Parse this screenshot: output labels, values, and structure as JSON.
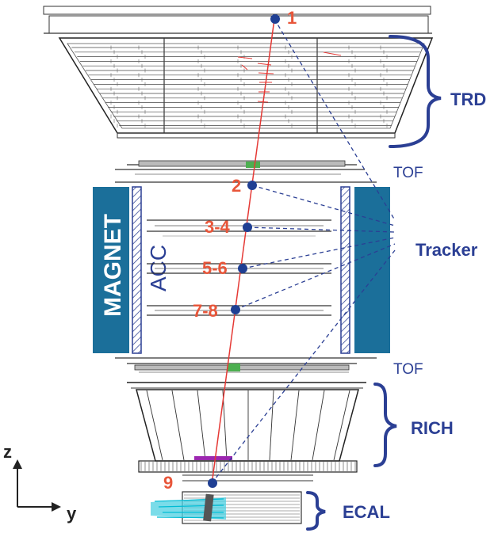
{
  "detectors": {
    "trd": "TRD",
    "tof_top": "TOF",
    "tracker": "Tracker",
    "tof_bottom": "TOF",
    "rich": "RICH",
    "ecal": "ECAL",
    "magnet": "MAGNET",
    "acc": "ACC"
  },
  "layers": {
    "l1": "1",
    "l2": "2",
    "l34": "3-4",
    "l56": "5-6",
    "l78": "7-8",
    "l9": "9"
  },
  "axes": {
    "z": "z",
    "y": "y"
  },
  "colors": {
    "label": "#2b3f94",
    "layer_label": "#e8563a",
    "magnet": "#1b6f9a",
    "track": "#e53935",
    "tof_hit": "#4caf50",
    "ecal": "#4dd0e1"
  }
}
